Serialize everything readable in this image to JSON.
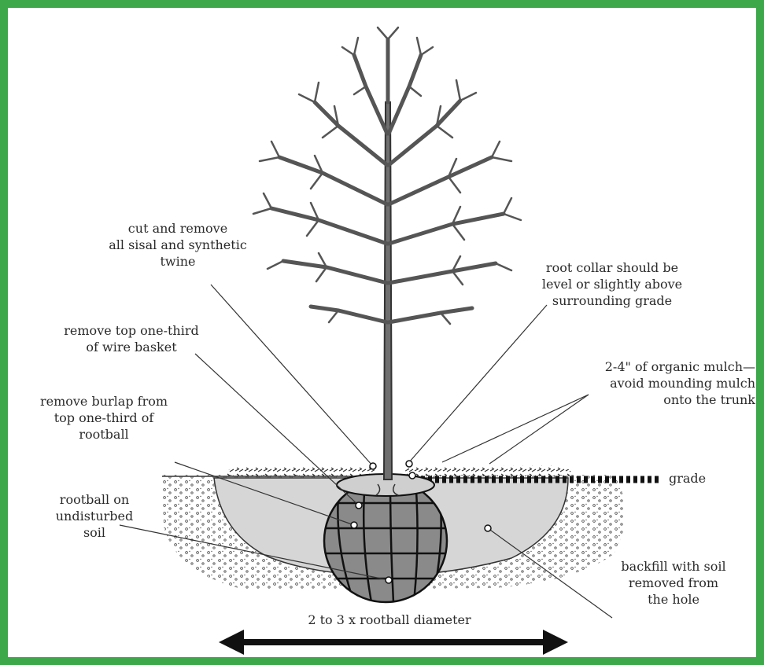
{
  "colors": {
    "frame": "#3ca84a",
    "ink": "#2a2a2a",
    "trunk": "#6f6f6f",
    "hole": "#d6d6d6",
    "rootball": "#8a8a8a"
  },
  "icons": [
    "tree-icon",
    "rootball-basket-icon",
    "double-arrow-icon"
  ],
  "labels": {
    "twine": "cut and remove\nall sisal and synthetic\ntwine",
    "wire_basket": "remove top one-third\nof wire basket",
    "burlap": "remove burlap from\ntop one-third of\nrootball",
    "rootball_soil": "rootball on\nundisturbed\nsoil",
    "root_collar": "root collar should be\nlevel or slightly above\nsurrounding grade",
    "mulch": "2-4\" of organic mulch—\navoid mounding mulch\nonto the trunk",
    "grade": "grade",
    "backfill": "backfill with soil\nremoved from\nthe hole",
    "diameter": "2 to 3 x rootball diameter"
  }
}
